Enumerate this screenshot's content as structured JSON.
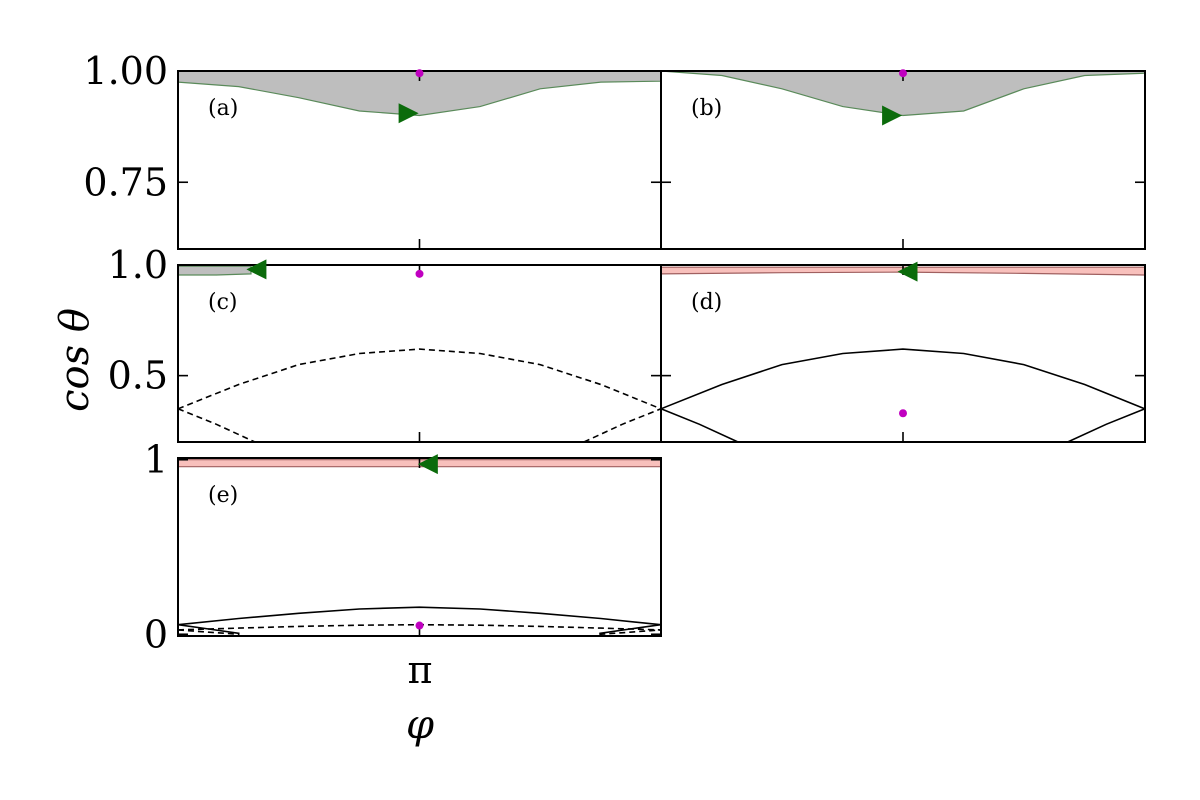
{
  "figure": {
    "xlabel": "φ",
    "ylabel": "cos θ",
    "xtick_label": "π"
  },
  "colors": {
    "gray_fill": "#bebebe",
    "gray_edge": "#5a8a5a",
    "pink_fill": "#f8c0bc",
    "pink_edge": "#a06060",
    "green_marker": "#0b6b0b",
    "magenta_dot": "#c000c0",
    "line": "#000000"
  },
  "chart_data": [
    {
      "panel": "(a)",
      "type": "area",
      "xlim": [
        0,
        6.2832
      ],
      "ylim": [
        0.6,
        1.0
      ],
      "yticks": [
        {
          "value": 1.0,
          "label": "1.00"
        },
        {
          "value": 0.75,
          "label": "0.75"
        }
      ],
      "band": {
        "color": "gray",
        "x": [
          0,
          0.79,
          1.57,
          2.36,
          3.14,
          3.93,
          4.71,
          5.5,
          6.28
        ],
        "lower": [
          0.975,
          0.965,
          0.94,
          0.91,
          0.9,
          0.92,
          0.96,
          0.975,
          0.977
        ],
        "upper": 1.0
      },
      "markers": [
        {
          "shape": "triangle-right",
          "x": 3.0,
          "y": 0.905
        }
      ],
      "dots": [
        {
          "x": 3.1416,
          "y": 0.995
        }
      ],
      "curves": []
    },
    {
      "panel": "(b)",
      "type": "area",
      "xlim": [
        0,
        6.2832
      ],
      "ylim": [
        0.6,
        1.0
      ],
      "yticks": [
        {
          "value": 1.0,
          "label": ""
        },
        {
          "value": 0.75,
          "label": ""
        }
      ],
      "band": {
        "color": "gray",
        "x": [
          0,
          0.79,
          1.57,
          2.36,
          3.14,
          3.93,
          4.71,
          5.5,
          6.28
        ],
        "lower": [
          1.0,
          0.99,
          0.96,
          0.92,
          0.9,
          0.91,
          0.96,
          0.99,
          0.995
        ],
        "upper": 1.0
      },
      "markers": [
        {
          "shape": "triangle-right",
          "x": 3.0,
          "y": 0.9
        }
      ],
      "dots": [
        {
          "x": 3.1416,
          "y": 0.995
        }
      ],
      "curves": []
    },
    {
      "panel": "(c)",
      "type": "line",
      "xlim": [
        0,
        6.2832
      ],
      "ylim": [
        0.2,
        1.0
      ],
      "yticks": [
        {
          "value": 1.0,
          "label": "1.0"
        },
        {
          "value": 0.5,
          "label": "0.5"
        }
      ],
      "band": {
        "color": "gray",
        "x": [
          0,
          0.5,
          0.95
        ],
        "lower": [
          0.955,
          0.955,
          0.96
        ],
        "upper": 0.995
      },
      "markers": [
        {
          "shape": "triangle-left",
          "x": 1.02,
          "y": 0.98
        }
      ],
      "dots": [
        {
          "x": 3.1416,
          "y": 0.96
        }
      ],
      "curves": [
        {
          "style": "dashed",
          "x": [
            0,
            0.79,
            1.57,
            2.36,
            3.14,
            3.93,
            4.71,
            5.5,
            6.28
          ],
          "y": [
            0.35,
            0.46,
            0.55,
            0.6,
            0.62,
            0.6,
            0.55,
            0.46,
            0.35
          ]
        },
        {
          "style": "dashed",
          "x": [
            0,
            0.5,
            1.0
          ],
          "y": [
            0.35,
            0.28,
            0.2
          ]
        },
        {
          "style": "dashed",
          "x": [
            5.28,
            5.78,
            6.28
          ],
          "y": [
            0.2,
            0.28,
            0.35
          ]
        }
      ]
    },
    {
      "panel": "(d)",
      "type": "line",
      "xlim": [
        0,
        6.2832
      ],
      "ylim": [
        0.2,
        1.0
      ],
      "yticks": [
        {
          "value": 1.0,
          "label": ""
        },
        {
          "value": 0.5,
          "label": ""
        }
      ],
      "band": {
        "color": "pink",
        "x": [
          0,
          1.57,
          3.14,
          4.71,
          6.28
        ],
        "lower": [
          0.96,
          0.965,
          0.968,
          0.962,
          0.955
        ],
        "upper": 0.99
      },
      "markers": [
        {
          "shape": "triangle-left",
          "x": 3.2,
          "y": 0.97
        }
      ],
      "dots": [
        {
          "x": 3.1416,
          "y": 0.33
        }
      ],
      "curves": [
        {
          "style": "solid",
          "x": [
            0,
            0.79,
            1.57,
            2.36,
            3.14,
            3.93,
            4.71,
            5.5,
            6.28
          ],
          "y": [
            0.35,
            0.46,
            0.55,
            0.6,
            0.62,
            0.6,
            0.55,
            0.46,
            0.35
          ]
        },
        {
          "style": "solid",
          "x": [
            0,
            0.5,
            1.0
          ],
          "y": [
            0.35,
            0.28,
            0.2
          ]
        },
        {
          "style": "solid",
          "x": [
            5.28,
            5.78,
            6.28
          ],
          "y": [
            0.2,
            0.28,
            0.35
          ]
        }
      ]
    },
    {
      "panel": "(e)",
      "type": "line",
      "xlim": [
        0,
        6.2832
      ],
      "ylim": [
        -0.01,
        1.01
      ],
      "yticks": [
        {
          "value": 1.0,
          "label": "1"
        },
        {
          "value": 0.0,
          "label": "0"
        }
      ],
      "band": {
        "color": "pink",
        "x": [
          0,
          3.14,
          6.28
        ],
        "lower": [
          0.96,
          0.96,
          0.96
        ],
        "upper": 1.0
      },
      "markers": [
        {
          "shape": "triangle-left",
          "x": 3.25,
          "y": 0.975
        }
      ],
      "dots": [
        {
          "x": 3.1416,
          "y": 0.05
        }
      ],
      "curves": [
        {
          "style": "solid",
          "x": [
            0,
            0.79,
            1.57,
            2.36,
            3.14,
            3.93,
            4.71,
            5.5,
            6.28
          ],
          "y": [
            0.055,
            0.09,
            0.12,
            0.145,
            0.155,
            0.145,
            0.12,
            0.09,
            0.055
          ]
        },
        {
          "style": "dashed",
          "x": [
            0,
            0.79,
            1.57,
            2.36,
            3.14,
            3.93,
            4.71,
            5.5,
            6.28
          ],
          "y": [
            0.025,
            0.035,
            0.045,
            0.052,
            0.055,
            0.052,
            0.045,
            0.035,
            0.025
          ]
        },
        {
          "style": "solid",
          "x": [
            0,
            0.4,
            0.8
          ],
          "y": [
            0.055,
            0.03,
            0.005
          ]
        },
        {
          "style": "solid",
          "x": [
            5.48,
            5.88,
            6.28
          ],
          "y": [
            0.005,
            0.03,
            0.055
          ]
        },
        {
          "style": "dashed",
          "x": [
            0,
            0.4,
            0.8
          ],
          "y": [
            0.025,
            0.012,
            0.0
          ]
        },
        {
          "style": "dashed",
          "x": [
            5.48,
            5.88,
            6.28
          ],
          "y": [
            0.0,
            0.012,
            0.025
          ]
        }
      ]
    }
  ]
}
